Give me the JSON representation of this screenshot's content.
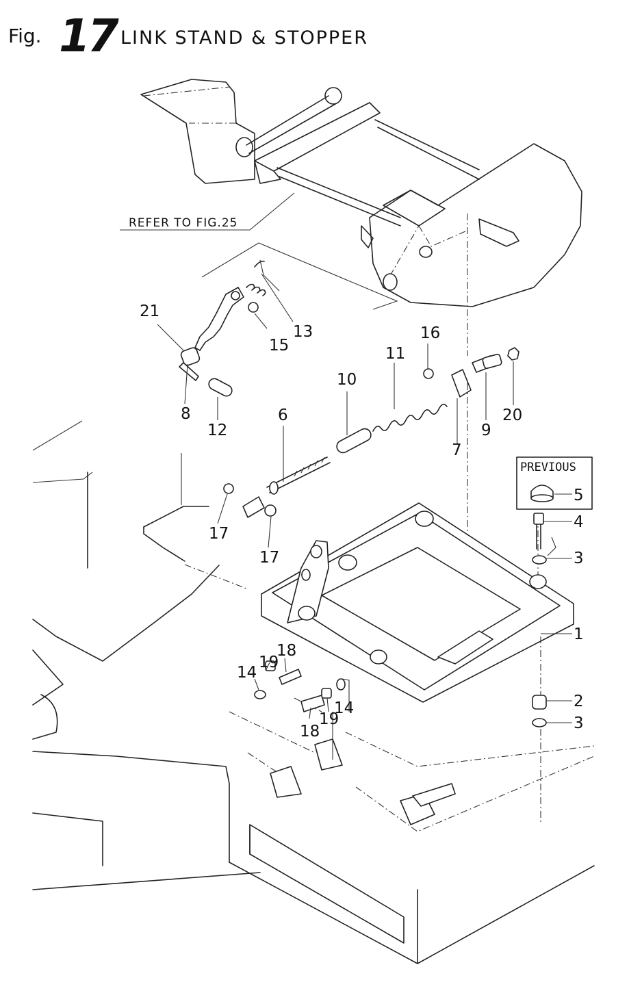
{
  "header": {
    "fig_word": "Fig.",
    "fig_number": "17",
    "title": "LINK STAND & STOPPER"
  },
  "reference_note": "REFER TO FIG.25",
  "previous_box_label": "PREVIOUS",
  "callouts": {
    "c1": "1",
    "c2": "2",
    "c3a": "3",
    "c3b": "3",
    "c4": "4",
    "c5": "5",
    "c6": "6",
    "c7": "7",
    "c8": "8",
    "c9": "9",
    "c10": "10",
    "c11": "11",
    "c12": "12",
    "c13": "13",
    "c14a": "14",
    "c14b": "14",
    "c15": "15",
    "c16": "16",
    "c17a": "17",
    "c17b": "17",
    "c18a": "18",
    "c18b": "18",
    "c19a": "19",
    "c19b": "19",
    "c20": "20",
    "c21": "21"
  }
}
